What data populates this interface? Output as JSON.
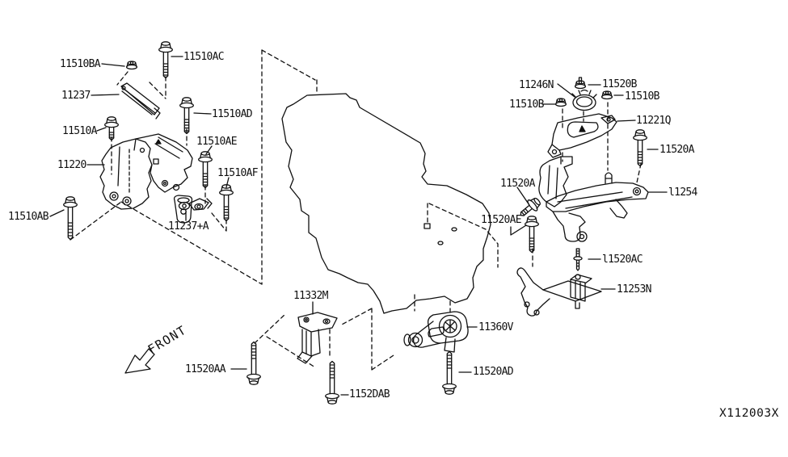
{
  "diagram": {
    "title": "Engine mounting exploded parts diagram",
    "figure_id": "X112003X",
    "front_indicator": "FRONT",
    "colors": {
      "background": "#ffffff",
      "line": "#101010"
    },
    "part_labels": [
      {
        "text": "11510BA"
      },
      {
        "text": "11510AC"
      },
      {
        "text": "11237"
      },
      {
        "text": "11510AD"
      },
      {
        "text": "11510A"
      },
      {
        "text": "11510AE"
      },
      {
        "text": "11220"
      },
      {
        "text": "11510AF"
      },
      {
        "text": "11510AB"
      },
      {
        "text": "11237+A"
      },
      {
        "text": "11246N"
      },
      {
        "text": "11520B"
      },
      {
        "text": "11510B"
      },
      {
        "text": "11510B"
      },
      {
        "text": "11221Q"
      },
      {
        "text": "11520A"
      },
      {
        "text": "11520A"
      },
      {
        "text": "l1254"
      },
      {
        "text": "11520AE"
      },
      {
        "text": "l1520AC"
      },
      {
        "text": "11253N"
      },
      {
        "text": "11332M"
      },
      {
        "text": "11360V"
      },
      {
        "text": "11520AA"
      },
      {
        "text": "11520AD"
      },
      {
        "text": "1152DAB"
      }
    ]
  }
}
